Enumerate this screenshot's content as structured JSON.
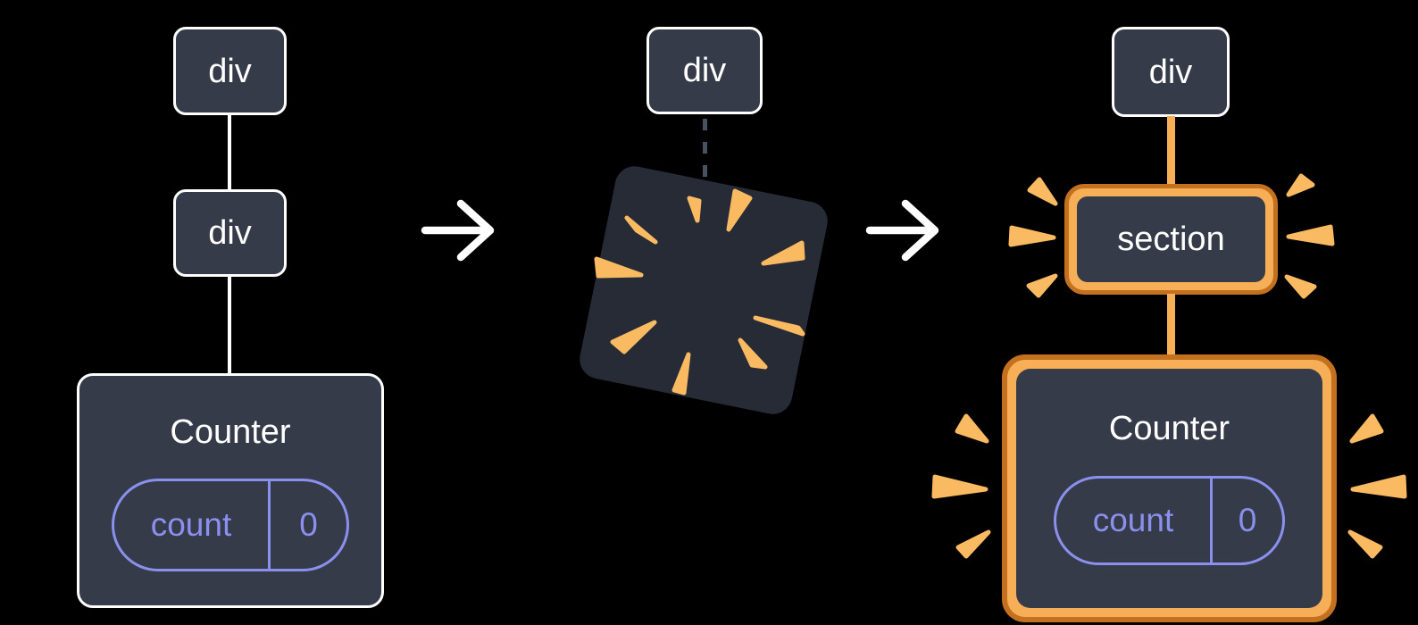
{
  "colors": {
    "background": "#000000",
    "node_fill": "#353b48",
    "node_border": "#ffffff",
    "poof_fill": "#262b36",
    "spark_orange": "#f9ba62",
    "highlight_fill": "#f6ae57",
    "highlight_border": "#c4711f",
    "state_purple": "#8b90ee",
    "dashed_edge": "#4a5262"
  },
  "icons": {
    "arrow": "right-arrow-icon",
    "poof": "poof-burst-icon",
    "sparks": "spark-burst-icon"
  },
  "before_tree": {
    "root": {
      "label": "div"
    },
    "child": {
      "label": "div"
    },
    "counter": {
      "title": "Counter",
      "state_name": "count",
      "state_value": "0"
    }
  },
  "transition": {
    "root": {
      "label": "div"
    }
  },
  "after_tree": {
    "root": {
      "label": "div"
    },
    "section": {
      "label": "section"
    },
    "counter": {
      "title": "Counter",
      "state_name": "count",
      "state_value": "0"
    }
  }
}
